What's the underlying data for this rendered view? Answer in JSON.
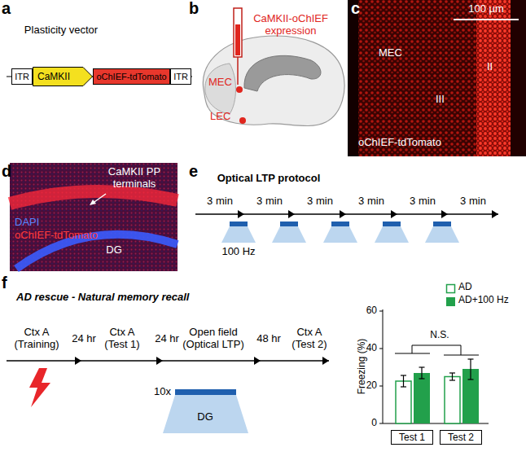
{
  "diagram": {
    "nodes": [
      {
        "text": [
          "ITR"
        ]
      },
      {
        "text": [
          "CaMKII"
        ]
      },
      {
        "text": [
          "oChIEF-tdTomato"
        ]
      },
      {
        "text": [
          "ITR"
        ]
      },
      {
        "text": [
          "Test 1"
        ]
      },
      {
        "text": [
          "Test 2"
        ]
      }
    ],
    "labels": [
      "a",
      "Plasticity vector",
      "b",
      "CaMKII-oChIEF expression",
      "MEC",
      "LEC",
      "c",
      "100 µm",
      "MEC",
      "II",
      "III",
      "oChIEF-tdTomato",
      "d",
      "CaMKII PP terminals",
      "DAPI",
      "oChIEF-tdTomato",
      "DG",
      "e",
      "Optical LTP protocol",
      "3 min",
      "3 min",
      "3 min",
      "3 min",
      "3 min",
      "3 min",
      "100 Hz",
      "f",
      "AD rescue - Natural memory recall",
      "Ctx A",
      "(Training)",
      "24 hr",
      "Ctx A",
      "(Test 1)",
      "24 hr",
      "Open field",
      "(Optical LTP)",
      "48 hr",
      "Ctx A",
      "(Test 2)",
      "10x",
      "DG",
      "Freezing (%)",
      "0",
      "20",
      "40",
      "60",
      "N.S."
    ],
    "legend": [
      {
        "text": "AD"
      },
      {
        "text": "AD+100 Hz",
        "color": "#22a04b"
      }
    ]
  }
}
